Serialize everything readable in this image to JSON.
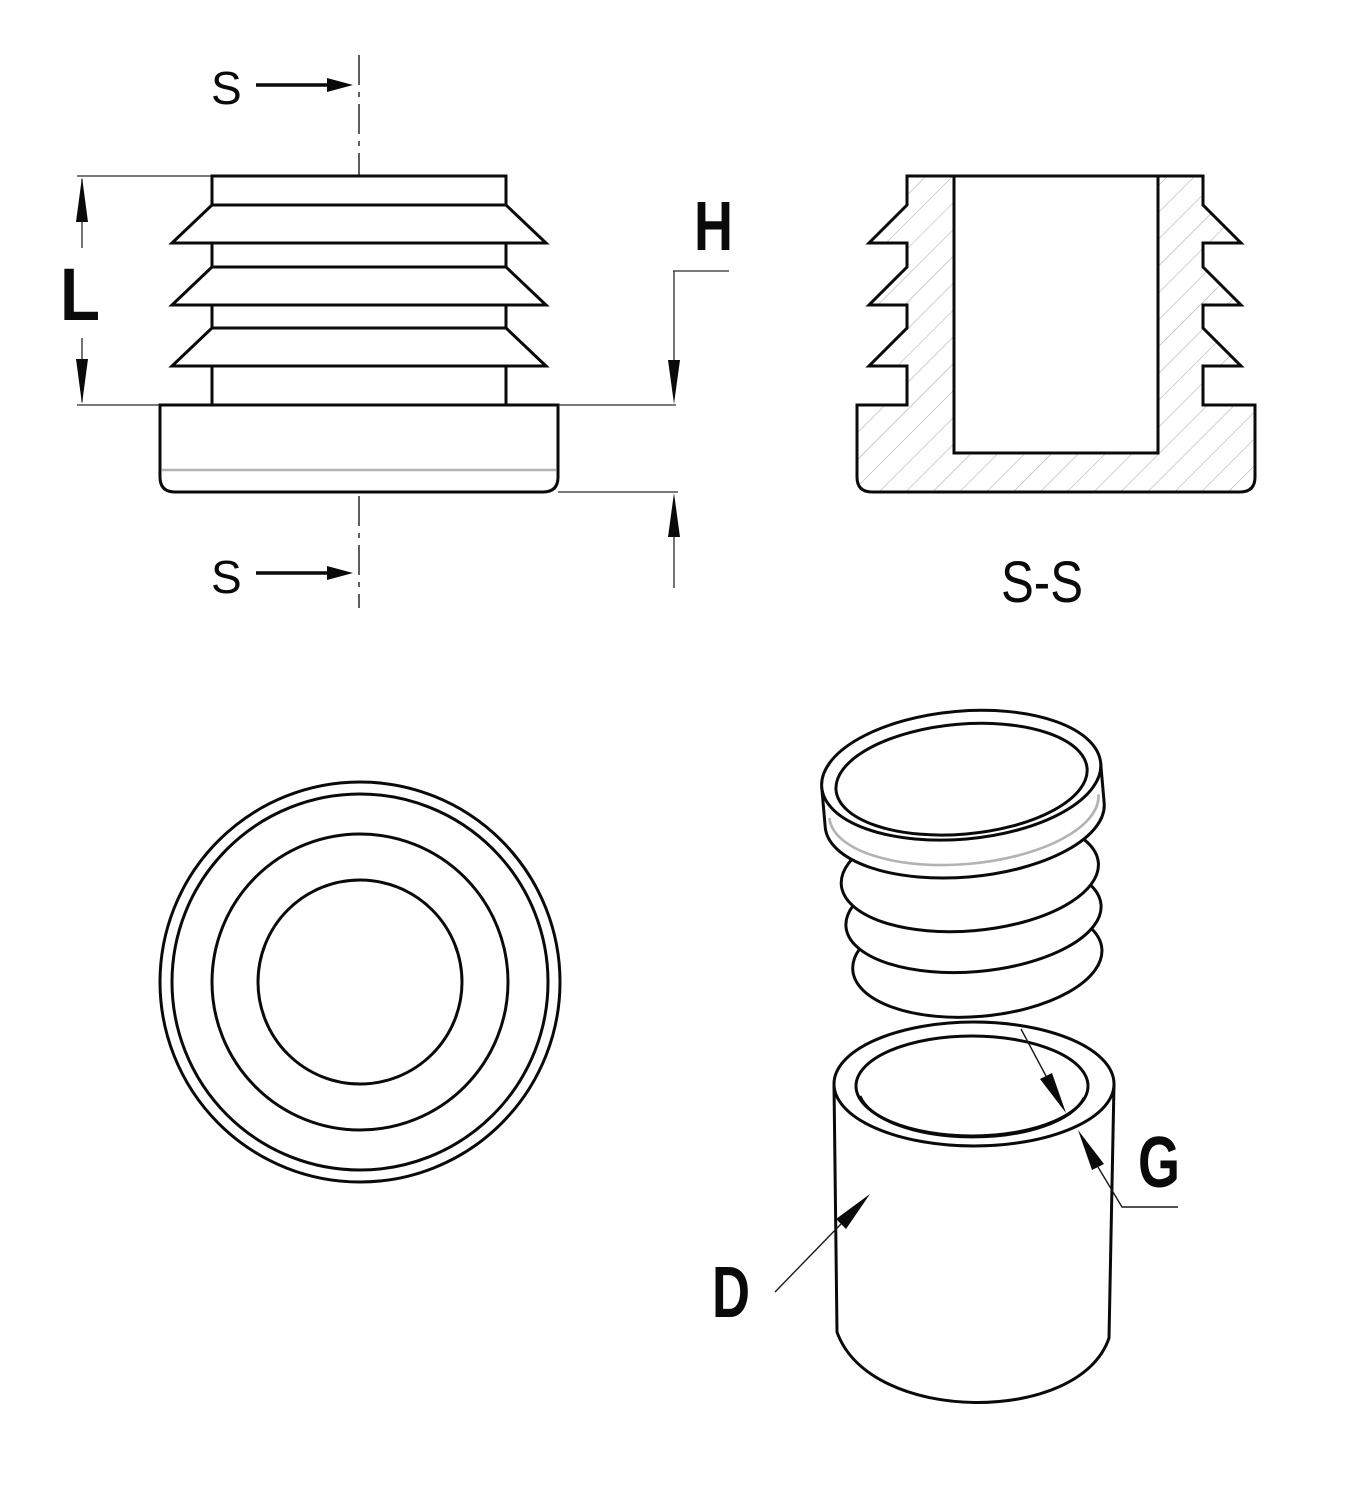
{
  "drawing": {
    "type": "technical-drawing",
    "subject": "round-tube-insert-plug",
    "background_color": "#ffffff",
    "outline_color": "#0a0a0a",
    "hatch_color": "#b5b5b5",
    "accent_gray_color": "#b3b3b3",
    "labels": {
      "section_mark_top": "S",
      "section_mark_bottom": "S",
      "length_dim": "L",
      "height_dim": "H",
      "section_title": "S-S",
      "diameter_dim": "D",
      "wall_thickness_dim": "G"
    }
  }
}
